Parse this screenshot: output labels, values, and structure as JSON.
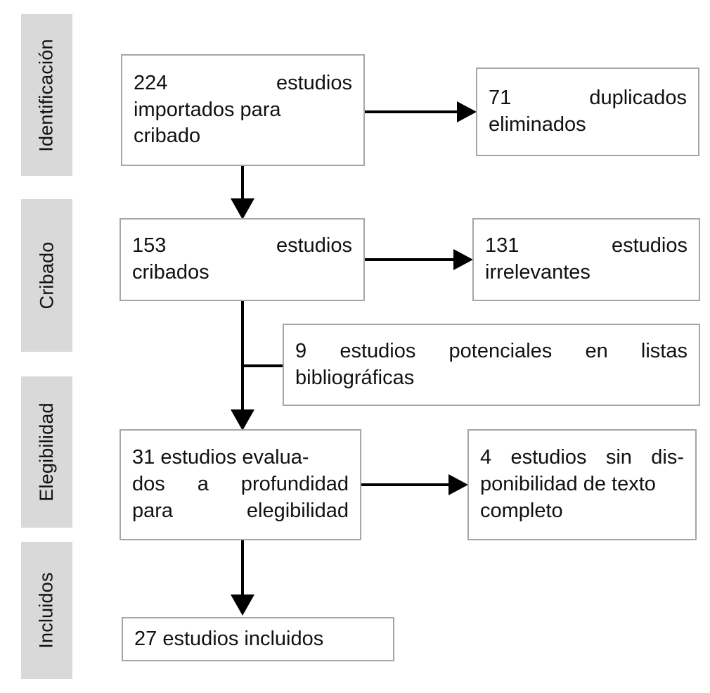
{
  "diagram": {
    "title": "PRISMA flow diagram",
    "language": "es",
    "box_border_color": "#a6a6a6",
    "phase_label_background": "#d9d9d9",
    "connector_color": "#000000"
  },
  "phases": [
    {
      "id": "identificacion",
      "label": "Identificación"
    },
    {
      "id": "cribado",
      "label": "Cribado"
    },
    {
      "id": "elegibilidad",
      "label": "Elegibilidad"
    },
    {
      "id": "incluidos",
      "label": "Incluidos"
    }
  ],
  "boxes": [
    {
      "id": "imported",
      "count": 224,
      "text": "224 estudios importados para cribado",
      "lines": [
        "224 estudios",
        "importados para",
        "cribado"
      ]
    },
    {
      "id": "duplicates-removed",
      "count": 71,
      "text": "71 duplicados eliminados",
      "lines": [
        "71 duplicados",
        "eliminados"
      ]
    },
    {
      "id": "screened",
      "count": 153,
      "text": "153 estudios cribados",
      "lines": [
        "153 estudios",
        "cribados"
      ]
    },
    {
      "id": "irrelevant",
      "count": 131,
      "text": "131 estudios irrelevantes",
      "lines": [
        "131 estudios",
        "irrelevantes"
      ]
    },
    {
      "id": "reference-lists",
      "count": 9,
      "text": "9 estudios potenciales en listas bibliográficas",
      "lines": [
        "9 estudios potenciales en listas",
        "bibliográficas"
      ]
    },
    {
      "id": "assessed",
      "count": 31,
      "text": "31 estudios evaluados a profundidad para elegibilidad",
      "lines": [
        "31 estudios evalua-",
        "dos a profundidad",
        "para elegibilidad"
      ]
    },
    {
      "id": "no-fulltext",
      "count": 4,
      "text": "4 estudios sin disponibilidad de texto completo",
      "lines": [
        "4 estudios sin dis-",
        "ponibilidad de texto",
        "completo"
      ]
    },
    {
      "id": "included",
      "count": 27,
      "text": "27 estudios incluidos",
      "lines": [
        "27 estudios incluidos"
      ]
    }
  ]
}
